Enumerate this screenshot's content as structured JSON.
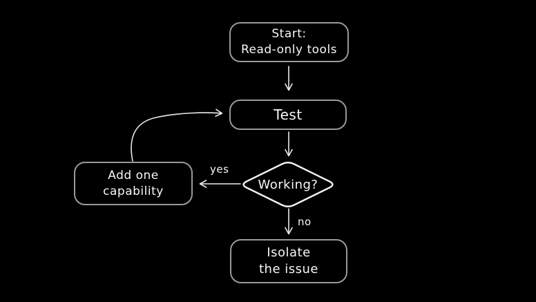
{
  "colors": {
    "background": "#000000",
    "box_border": "#9a9a9a",
    "diamond_border": "#f2f2f2",
    "arrow": "#ededed",
    "text": "#f7f7f7"
  },
  "nodes": {
    "start": {
      "label": "Start:\nRead-only tools"
    },
    "test": {
      "label": "Test"
    },
    "working": {
      "label": "Working?"
    },
    "add_capability": {
      "label": "Add one\ncapability"
    },
    "isolate": {
      "label": "Isolate\nthe issue"
    }
  },
  "edge_labels": {
    "yes": "yes",
    "no": "no"
  }
}
